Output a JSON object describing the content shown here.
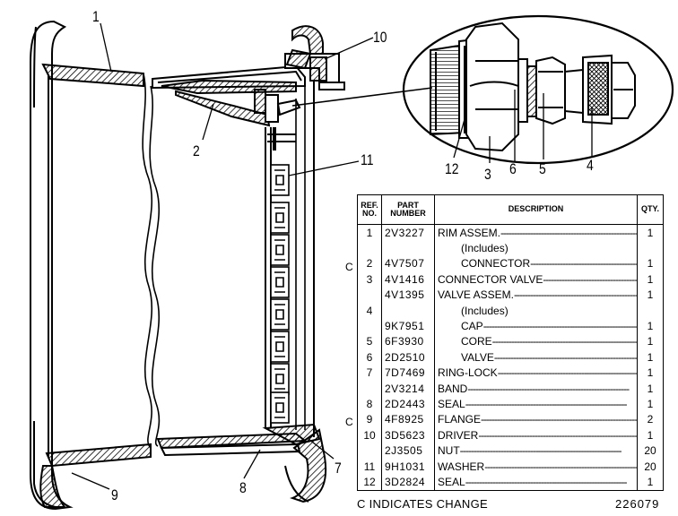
{
  "callouts": {
    "c1": "1",
    "c2": "2",
    "c3": "3",
    "c4": "4",
    "c5": "5",
    "c6": "6",
    "c7": "7",
    "c8": "8",
    "c9": "9",
    "c10": "10",
    "c11": "11",
    "c12": "12"
  },
  "table": {
    "headers": {
      "ref": "REF. NO.",
      "part": "PART NUMBER",
      "desc": "DESCRIPTION",
      "qty": "QTY."
    },
    "rows": [
      {
        "ref": "1",
        "part": "2V3227",
        "desc": "RIM ASSEM.",
        "qty": "1"
      },
      {
        "ref": "",
        "part": "",
        "desc": "(Includes)",
        "qty": ""
      },
      {
        "ref": "2",
        "part": "4V7507",
        "desc": "CONNECTOR",
        "qty": "1"
      },
      {
        "ref": "3",
        "part": "4V1416",
        "desc": "CONNECTOR VALVE",
        "qty": "1"
      },
      {
        "ref": "",
        "part": "4V1395",
        "desc": "VALVE ASSEM.",
        "qty": "1"
      },
      {
        "ref": "4",
        "part": "",
        "desc": "(Includes)",
        "qty": ""
      },
      {
        "ref": "",
        "part": "9K7951",
        "desc": "CAP",
        "qty": "1"
      },
      {
        "ref": "5",
        "part": "6F3930",
        "desc": "CORE",
        "qty": "1"
      },
      {
        "ref": "6",
        "part": "2D2510",
        "desc": "VALVE",
        "qty": "1"
      },
      {
        "ref": "7",
        "part": "7D7469",
        "desc": "RING-LOCK",
        "qty": "1"
      },
      {
        "ref": "",
        "part": "2V3214",
        "desc": "BAND",
        "qty": "1"
      },
      {
        "ref": "8",
        "part": "2D2443",
        "desc": "SEAL",
        "qty": "1"
      },
      {
        "ref": "9",
        "part": "4F8925",
        "desc": "FLANGE",
        "qty": "2"
      },
      {
        "ref": "10",
        "part": "3D5623",
        "desc": "DRIVER",
        "qty": "1"
      },
      {
        "ref": "",
        "part": "2J3505",
        "desc": "NUT",
        "qty": "20"
      },
      {
        "ref": "11",
        "part": "9H1031",
        "desc": "WASHER",
        "qty": "20"
      },
      {
        "ref": "12",
        "part": "3D2824",
        "desc": "SEAL",
        "qty": "1"
      }
    ]
  },
  "change_marks": {
    "row2": "C",
    "row9": "C"
  },
  "footer": {
    "note": "C  INDICATES CHANGE",
    "drawing_id": "226079"
  }
}
